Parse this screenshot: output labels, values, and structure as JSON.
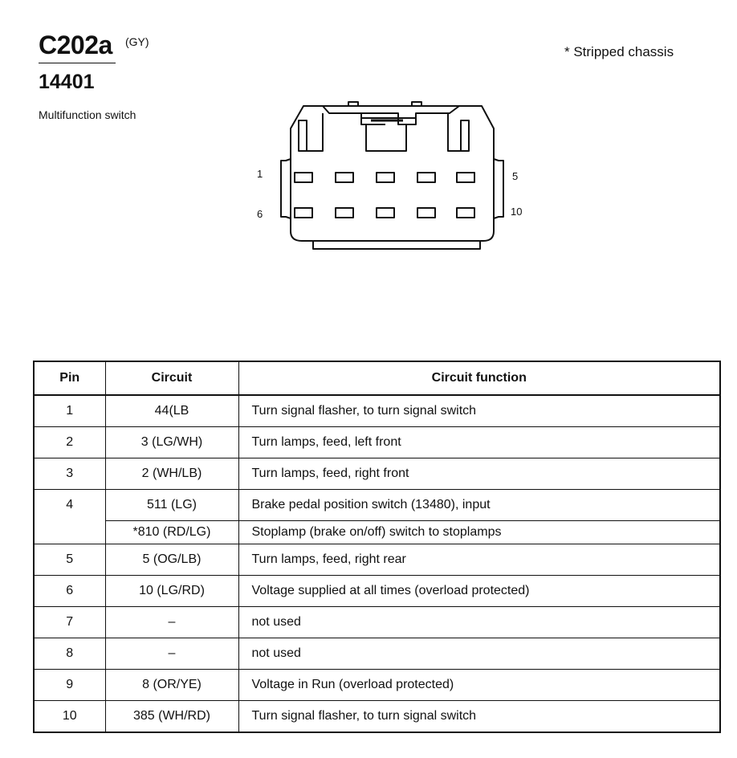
{
  "header": {
    "connector_id": "C202a",
    "connector_color": "(GY)",
    "part_number": "14401",
    "component": "Multifunction switch",
    "note": "* Stripped chassis"
  },
  "connector": {
    "pin_labels": [
      "1",
      "5",
      "6",
      "10"
    ]
  },
  "table": {
    "headers": {
      "pin": "Pin",
      "circuit": "Circuit",
      "function": "Circuit function"
    },
    "rows": [
      {
        "pin": "1",
        "circuit": "44(LB",
        "function": "Turn signal flasher, to turn signal switch"
      },
      {
        "pin": "2",
        "circuit": "3 (LG/WH)",
        "function": "Turn lamps, feed, left front"
      },
      {
        "pin": "3",
        "circuit": "2 (WH/LB)",
        "function": "Turn lamps, feed, right front"
      },
      {
        "pin": "4",
        "circuit": "511 (LG)",
        "function": "Brake pedal position switch (13480), input"
      },
      {
        "pin": "",
        "circuit": "*810 (RD/LG)",
        "function": "Stoplamp (brake on/off) switch to stoplamps"
      },
      {
        "pin": "5",
        "circuit": "5 (OG/LB)",
        "function": "Turn lamps, feed, right rear"
      },
      {
        "pin": "6",
        "circuit": "10 (LG/RD)",
        "function": "Voltage supplied at all times (overload protected)"
      },
      {
        "pin": "7",
        "circuit": "–",
        "function": "not used"
      },
      {
        "pin": "8",
        "circuit": "–",
        "function": "not used"
      },
      {
        "pin": "9",
        "circuit": "8 (OR/YE)",
        "function": "Voltage in Run (overload protected)"
      },
      {
        "pin": "10",
        "circuit": "385 (WH/RD)",
        "function": "Turn signal flasher, to turn signal switch"
      }
    ]
  }
}
